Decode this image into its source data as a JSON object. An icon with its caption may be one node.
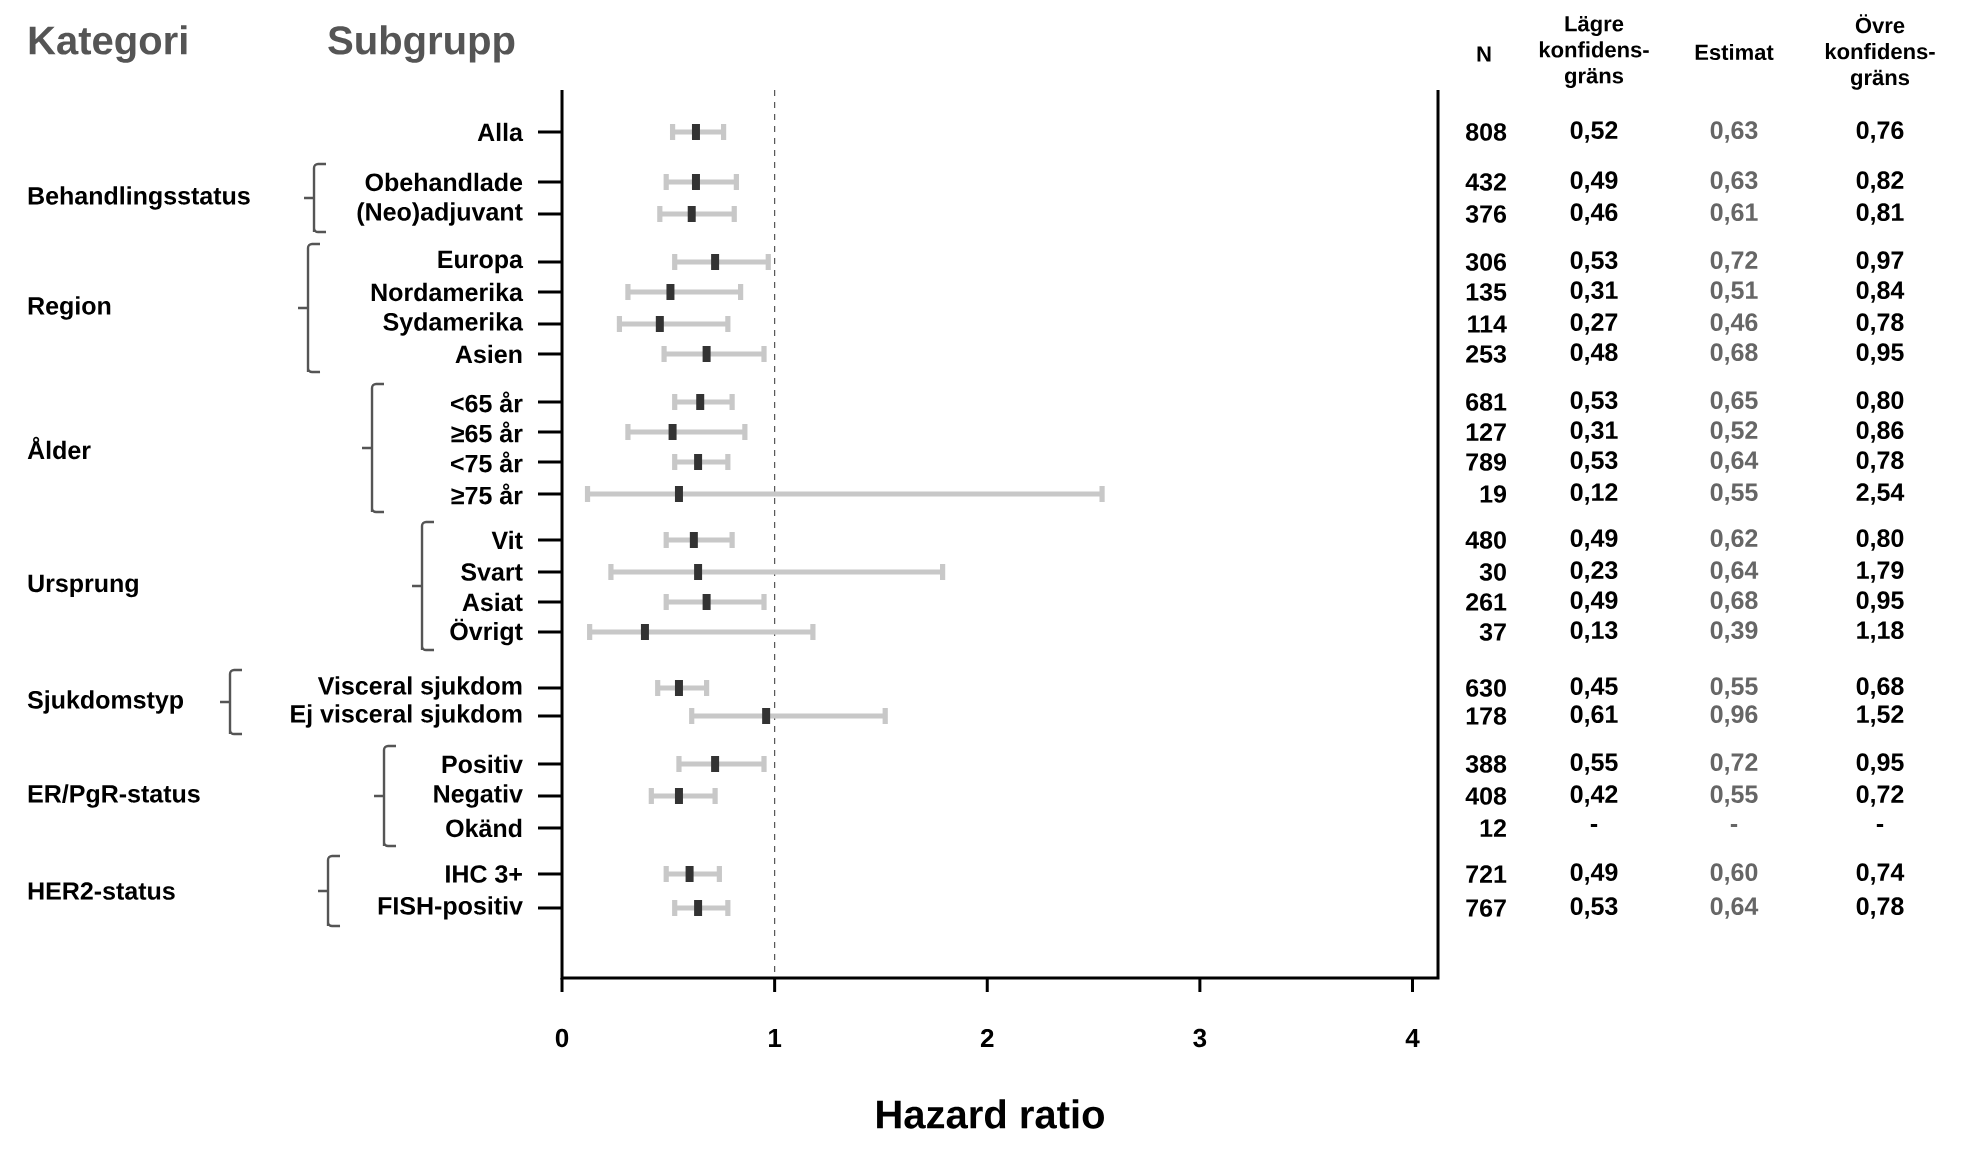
{
  "diagram": {
    "labels": [
      "Kategori",
      "Subgrupp",
      "N",
      "Lägre konfidens-gräns",
      "Estimat",
      "Övre konfidens-gräns",
      "Behandlingsstatus",
      "Region",
      "Ålder",
      "Ursprung",
      "Sjukdomstyp",
      "ER/PgR-status",
      "HER2-status",
      "808",
      "0,52",
      "0,63",
      "0,76",
      "432",
      "0,49",
      "0,63",
      "0,82",
      "376",
      "0,46",
      "0,61",
      "0,81",
      "306",
      "0,53",
      "0,72",
      "0,97",
      "135",
      "0,31",
      "0,51",
      "0,84",
      "114",
      "0,27",
      "0,46",
      "0,78",
      "253",
      "0,48",
      "0,68",
      "0,95",
      "681",
      "0,53",
      "0,65",
      "0,80",
      "127",
      "0,31",
      "0,52",
      "0,86",
      "789",
      "0,53",
      "0,64",
      "0,78",
      "19",
      "0,12",
      "0,55",
      "2,54",
      "480",
      "0,49",
      "0,62",
      "0,80",
      "30",
      "0,23",
      "0,64",
      "1,79",
      "261",
      "0,49",
      "0,68",
      "0,95",
      "37",
      "0,13",
      "0,39",
      "1,18",
      "630",
      "0,45",
      "0,55",
      "0,68",
      "178",
      "0,61",
      "0,96",
      "1,52",
      "388",
      "0,55",
      "0,72",
      "0,95",
      "408",
      "0,42",
      "0,55",
      "0,72",
      "12",
      "-",
      "-",
      "-",
      "721",
      "0,49",
      "0,60",
      "0,74",
      "767",
      "0,53",
      "0,64",
      "0,78"
    ],
    "chart_data": {
      "type": "scatter",
      "orientation": "horizontal",
      "xlabel": "Hazard ratio",
      "xlim": [
        0,
        4.12
      ],
      "xticks": [
        0,
        1,
        2,
        3,
        4
      ],
      "categories": [
        "Alla",
        "Obehandlade",
        "(Neo)adjuvant",
        "Europa",
        "Nordamerika",
        "Sydamerika",
        "Asien",
        "<65 år",
        "≥65 år",
        "<75 år",
        "≥75 år",
        "Vit",
        "Svart",
        "Asiat",
        "Övrigt",
        "Visceral sjukdom",
        "Ej visceral sjukdom",
        "Positiv",
        "Negativ",
        "Okänd",
        "IHC 3+",
        "FISH-positiv"
      ],
      "series": [
        {
          "color": "#333333",
          "values": [
            0.63,
            0.63,
            0.61,
            0.72,
            0.51,
            0.46,
            0.68,
            0.65,
            0.52,
            0.64,
            0.55,
            0.62,
            0.64,
            0.68,
            0.39,
            0.55,
            0.96,
            0.72,
            0.55,
            null,
            0.6,
            0.64
          ],
          "errors": [
            [
              0.52,
              0.76
            ],
            [
              0.49,
              0.82
            ],
            [
              0.46,
              0.81
            ],
            [
              0.53,
              0.97
            ],
            [
              0.31,
              0.84
            ],
            [
              0.27,
              0.78
            ],
            [
              0.48,
              0.95
            ],
            [
              0.53,
              0.8
            ],
            [
              0.31,
              0.86
            ],
            [
              0.53,
              0.78
            ],
            [
              0.12,
              2.54
            ],
            [
              0.49,
              0.8
            ],
            [
              0.23,
              1.79
            ],
            [
              0.49,
              0.95
            ],
            [
              0.13,
              1.18
            ],
            [
              0.45,
              0.68
            ],
            [
              0.61,
              1.52
            ],
            [
              0.55,
              0.95
            ],
            [
              0.42,
              0.72
            ],
            null,
            [
              0.49,
              0.74
            ],
            [
              0.53,
              0.78
            ]
          ]
        }
      ]
    }
  }
}
